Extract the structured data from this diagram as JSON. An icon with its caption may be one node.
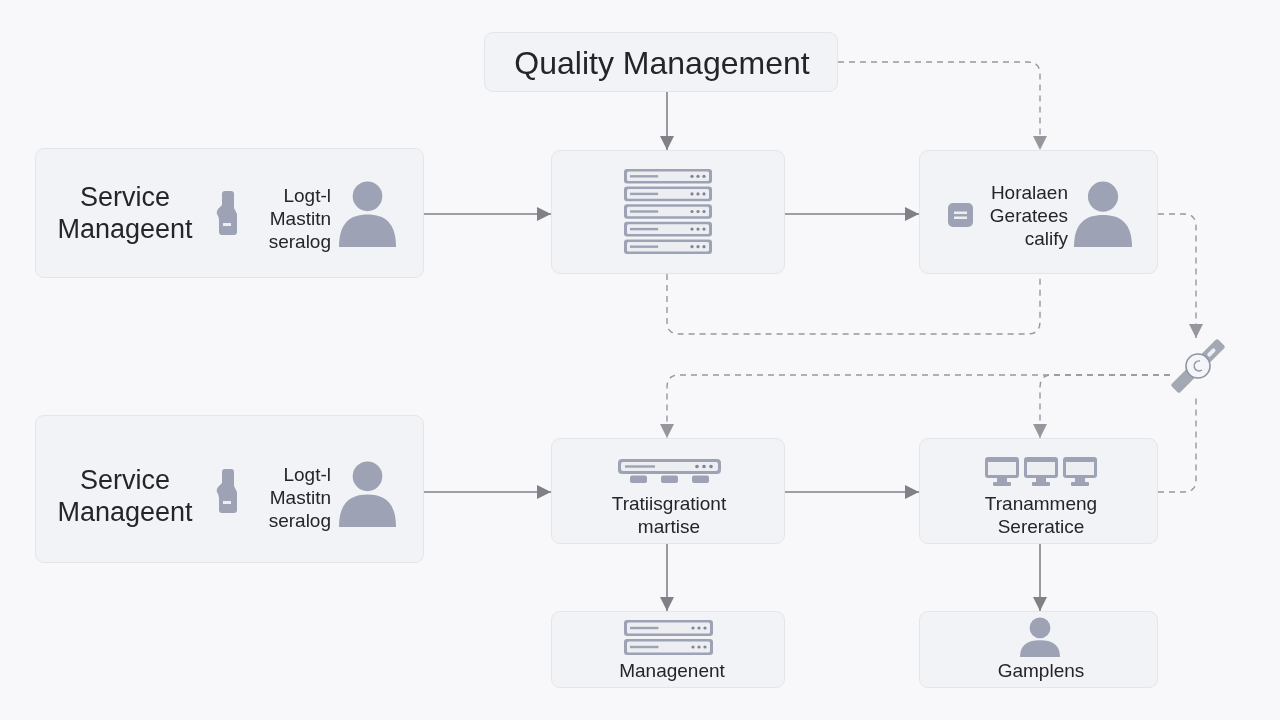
{
  "diagram": {
    "nodes": [
      {
        "text": [
          "Quality Management"
        ]
      },
      {
        "text": [
          "Service Manageent",
          "Logt-l Mastitn seralog"
        ]
      },
      {
        "text": [],
        "shape": "box"
      },
      {
        "text": [
          "Horalaen Geratees calify"
        ]
      },
      {
        "text": [],
        "shape": "picture"
      },
      {
        "text": [
          "Service Manageent",
          "Logt-l Mastitn seralog"
        ]
      },
      {
        "text": [
          "Tratiisgrationt martise"
        ]
      },
      {
        "text": [
          "Tranammeng Sereratice"
        ]
      },
      {
        "text": [
          "Managenent"
        ]
      },
      {
        "text": [
          "Gamplens"
        ]
      }
    ],
    "edges": [
      {
        "from": 0,
        "to": 2,
        "arrow": "to"
      },
      {
        "from": 0,
        "to": 3,
        "arrow": "to",
        "style": "dashed"
      },
      {
        "from": 1,
        "to": 2,
        "arrow": "to"
      },
      {
        "from": 2,
        "to": 3,
        "arrow": "to"
      },
      {
        "from": 2,
        "to": 3,
        "arrow": "none",
        "style": "dashed"
      },
      {
        "from": 3,
        "to": 4,
        "arrow": "to",
        "style": "dashed"
      },
      {
        "from": 4,
        "to": 6,
        "arrow": "to",
        "style": "dashed"
      },
      {
        "from": 4,
        "to": 7,
        "arrow": "to",
        "style": "dashed"
      },
      {
        "from": 7,
        "to": 4,
        "arrow": "none",
        "style": "dashed"
      },
      {
        "from": 5,
        "to": 6,
        "arrow": "to"
      },
      {
        "from": 6,
        "to": 7,
        "arrow": "to"
      },
      {
        "from": 6,
        "to": 8,
        "arrow": "to"
      },
      {
        "from": 7,
        "to": 9,
        "arrow": "to"
      }
    ]
  }
}
